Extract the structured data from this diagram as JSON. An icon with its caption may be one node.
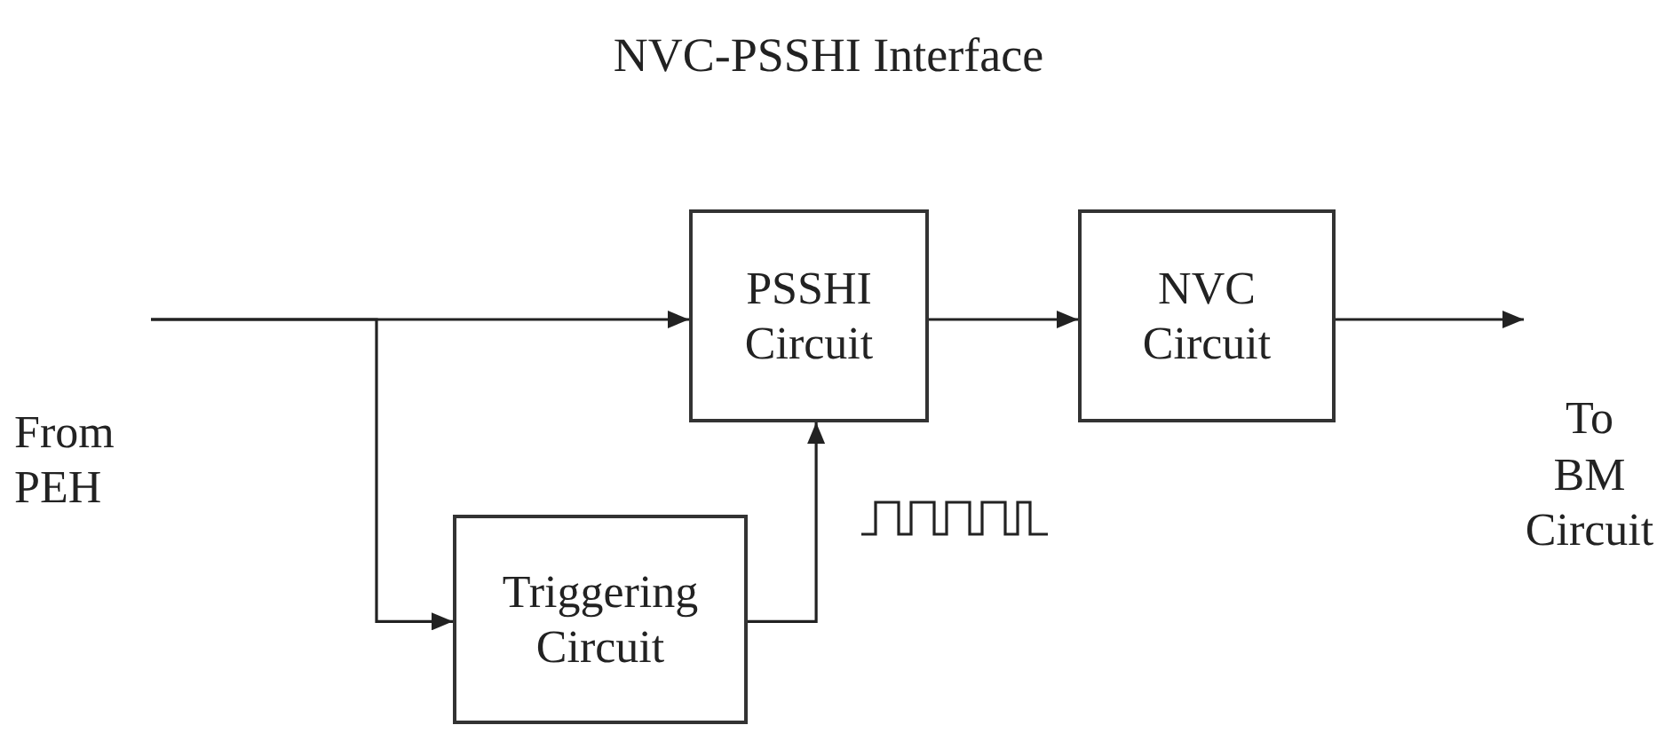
{
  "diagram": {
    "title": "NVC-PSSHI Interface",
    "nodes": [
      {
        "text": [
          "From PEH"
        ]
      },
      {
        "text": [
          "PSSHI Circuit"
        ]
      },
      {
        "text": [
          "NVC Circuit"
        ]
      },
      {
        "text": [
          "Triggering Circuit"
        ]
      },
      {
        "text": [
          "To BM Circuit"
        ]
      }
    ],
    "edges": [
      {
        "from": 0,
        "to": 1,
        "arrow": "to"
      },
      {
        "from": 0,
        "to": 3,
        "arrow": "to"
      },
      {
        "from": 3,
        "to": 1,
        "arrow": "to"
      },
      {
        "from": 1,
        "to": 2,
        "arrow": "to"
      },
      {
        "from": 2,
        "to": 4,
        "arrow": "to"
      }
    ]
  }
}
